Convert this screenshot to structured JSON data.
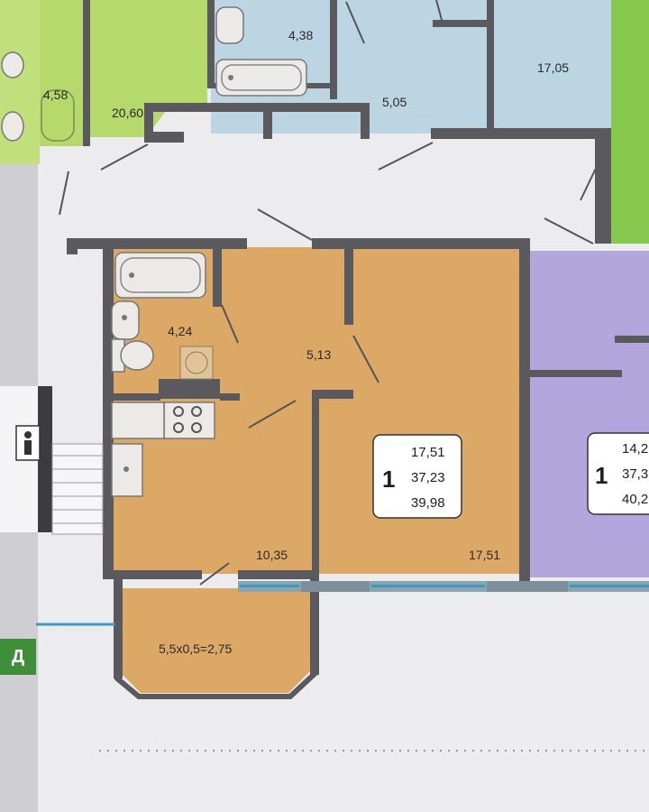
{
  "rooms": {
    "top_left_wc": "4,58",
    "top_left_room": "20,60",
    "top_bath": "4,38",
    "top_hall": "5,05",
    "top_right_room": "17,05",
    "bath": "4,24",
    "hall": "5,13",
    "kitchen": "10,35",
    "living": "17,51",
    "balcony": "5,5x0,5=2,75"
  },
  "summary": {
    "rooms_count": "1",
    "living_area": "17,51",
    "total_area": "37,23",
    "total_with_balcony": "39,98"
  },
  "neighbor_summary": {
    "rooms_count": "1",
    "line1": "14,2",
    "line2": "37,3",
    "line3": "40,2"
  },
  "entrance_badge": "Д",
  "colors": {
    "page": "#e9e9ec",
    "apartment": "#dca866",
    "green_unit": "#b5d96a",
    "blue_unit": "#bcd5e3",
    "purple_unit": "#b3a6dc",
    "wall": "#5a5a5e",
    "window": "#3a9ac4"
  }
}
